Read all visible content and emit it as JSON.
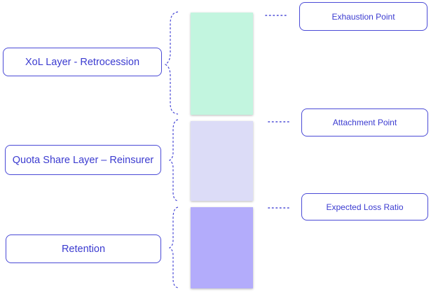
{
  "layers": [
    {
      "label": "XoL Layer - Retrocession",
      "color": "#c2f5df"
    },
    {
      "label": "Quota Share Layer – Reinsurer",
      "color": "#dcdcf7"
    },
    {
      "label": "Retention",
      "color": "#b3acfb"
    }
  ],
  "points": [
    {
      "label": "Exhaustion Point"
    },
    {
      "label": "Attachment Point"
    },
    {
      "label": "Expected Loss Ratio"
    }
  ],
  "accent_color": "#3b3bd0"
}
